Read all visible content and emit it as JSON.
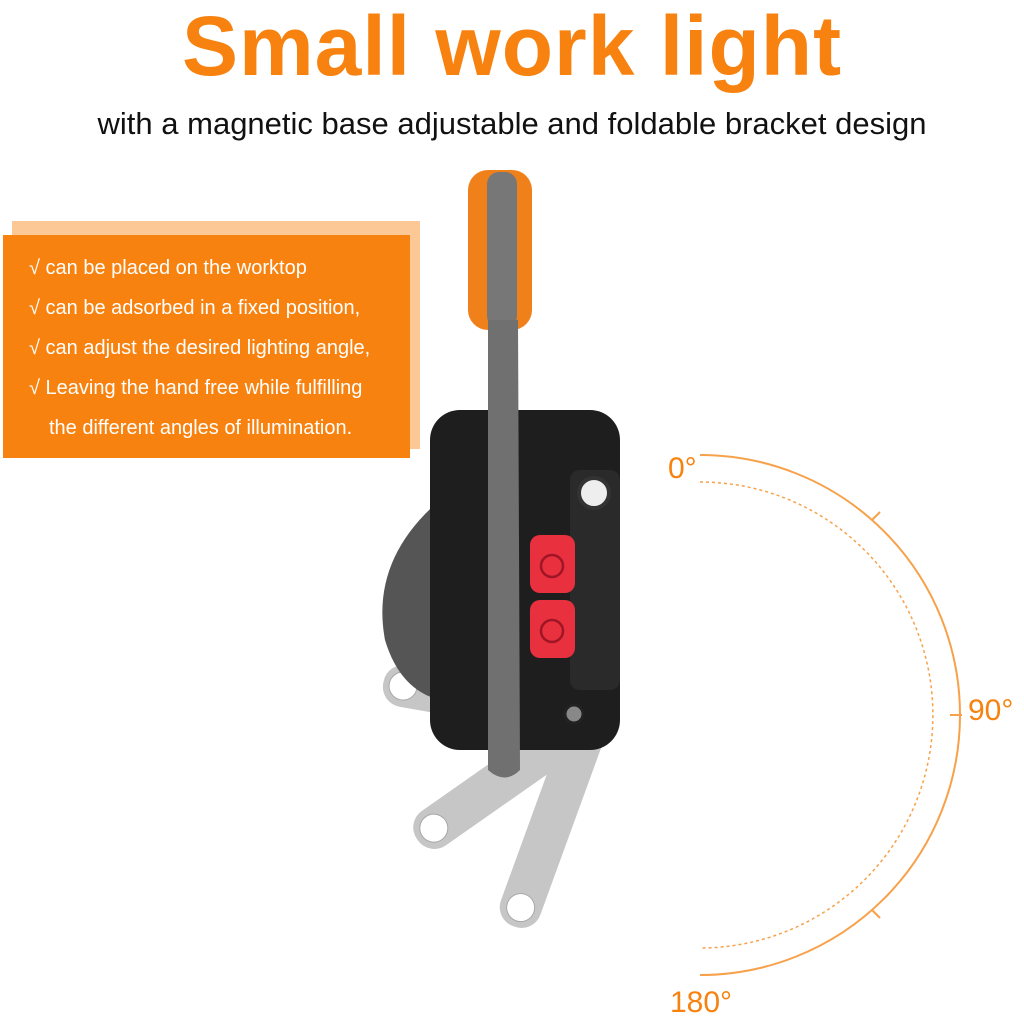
{
  "header": {
    "title": "Small work light",
    "subtitle": "with a magnetic base adjustable and foldable bracket design"
  },
  "features": [
    "√ can be placed on the worktop",
    "√ can be adsorbed in a fixed position,",
    "√ can adjust the desired lighting angle,",
    "√ Leaving the hand free while fulfilling",
    "the different angles of illumination."
  ],
  "angles": {
    "start": "0°",
    "middle": "90°",
    "end": "180°"
  },
  "colors": {
    "accent": "#f7820f",
    "accent_light": "#fbc896",
    "button": "#e8303f",
    "body": "#1e1e1e",
    "bracket": "#6e6e6e"
  }
}
